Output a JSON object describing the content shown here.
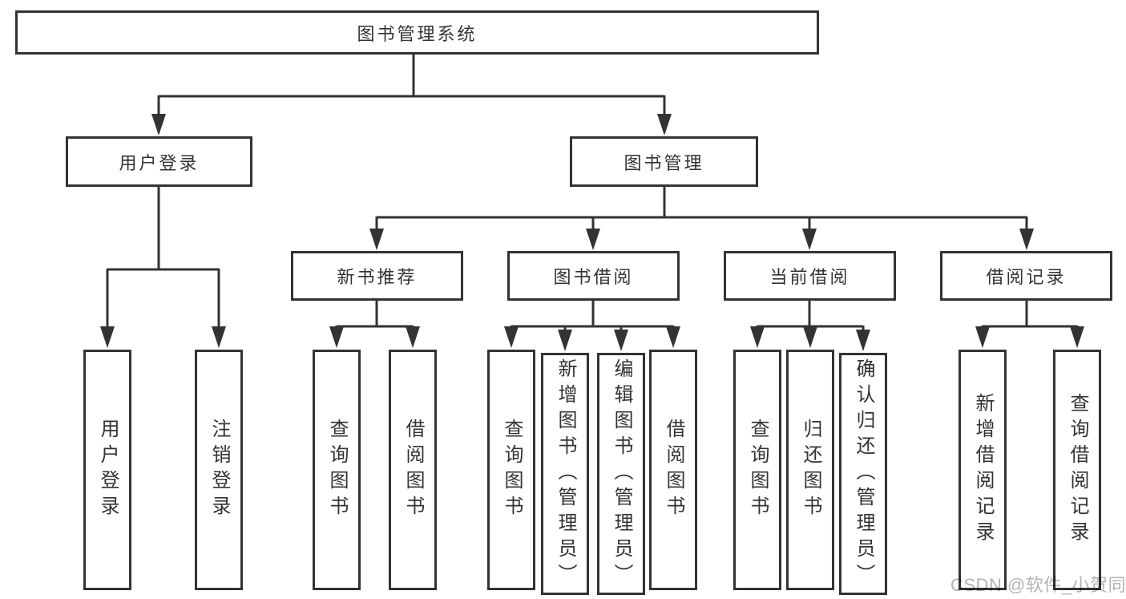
{
  "tree": {
    "root": {
      "label": "图书管理系统"
    },
    "branches": [
      {
        "label": "用户登录",
        "children": [
          {
            "label": "用户登录"
          },
          {
            "label": "注销登录"
          }
        ]
      },
      {
        "label": "图书管理",
        "children": [
          {
            "label": "新书推荐",
            "children": [
              {
                "label": "查询图书"
              },
              {
                "label": "借阅图书"
              }
            ]
          },
          {
            "label": "图书借阅",
            "children": [
              {
                "label": "查询图书"
              },
              {
                "label": "新增图书（管理员）"
              },
              {
                "label": "编辑图书（管理员）"
              },
              {
                "label": "借阅图书"
              }
            ]
          },
          {
            "label": "当前借阅",
            "children": [
              {
                "label": "查询图书"
              },
              {
                "label": "归还图书"
              },
              {
                "label": "确认归还（管理员）"
              }
            ]
          },
          {
            "label": "借阅记录",
            "children": [
              {
                "label": "新增借阅记录"
              },
              {
                "label": "查询借阅记录"
              }
            ]
          }
        ]
      }
    ]
  },
  "watermark": {
    "text": "CSDN @软件_小贺同学"
  },
  "colors": {
    "line": "#333333",
    "text": "#333333",
    "node_fill": "#ffffff",
    "background": "#ffffff",
    "watermark": "#b3b3b3"
  }
}
